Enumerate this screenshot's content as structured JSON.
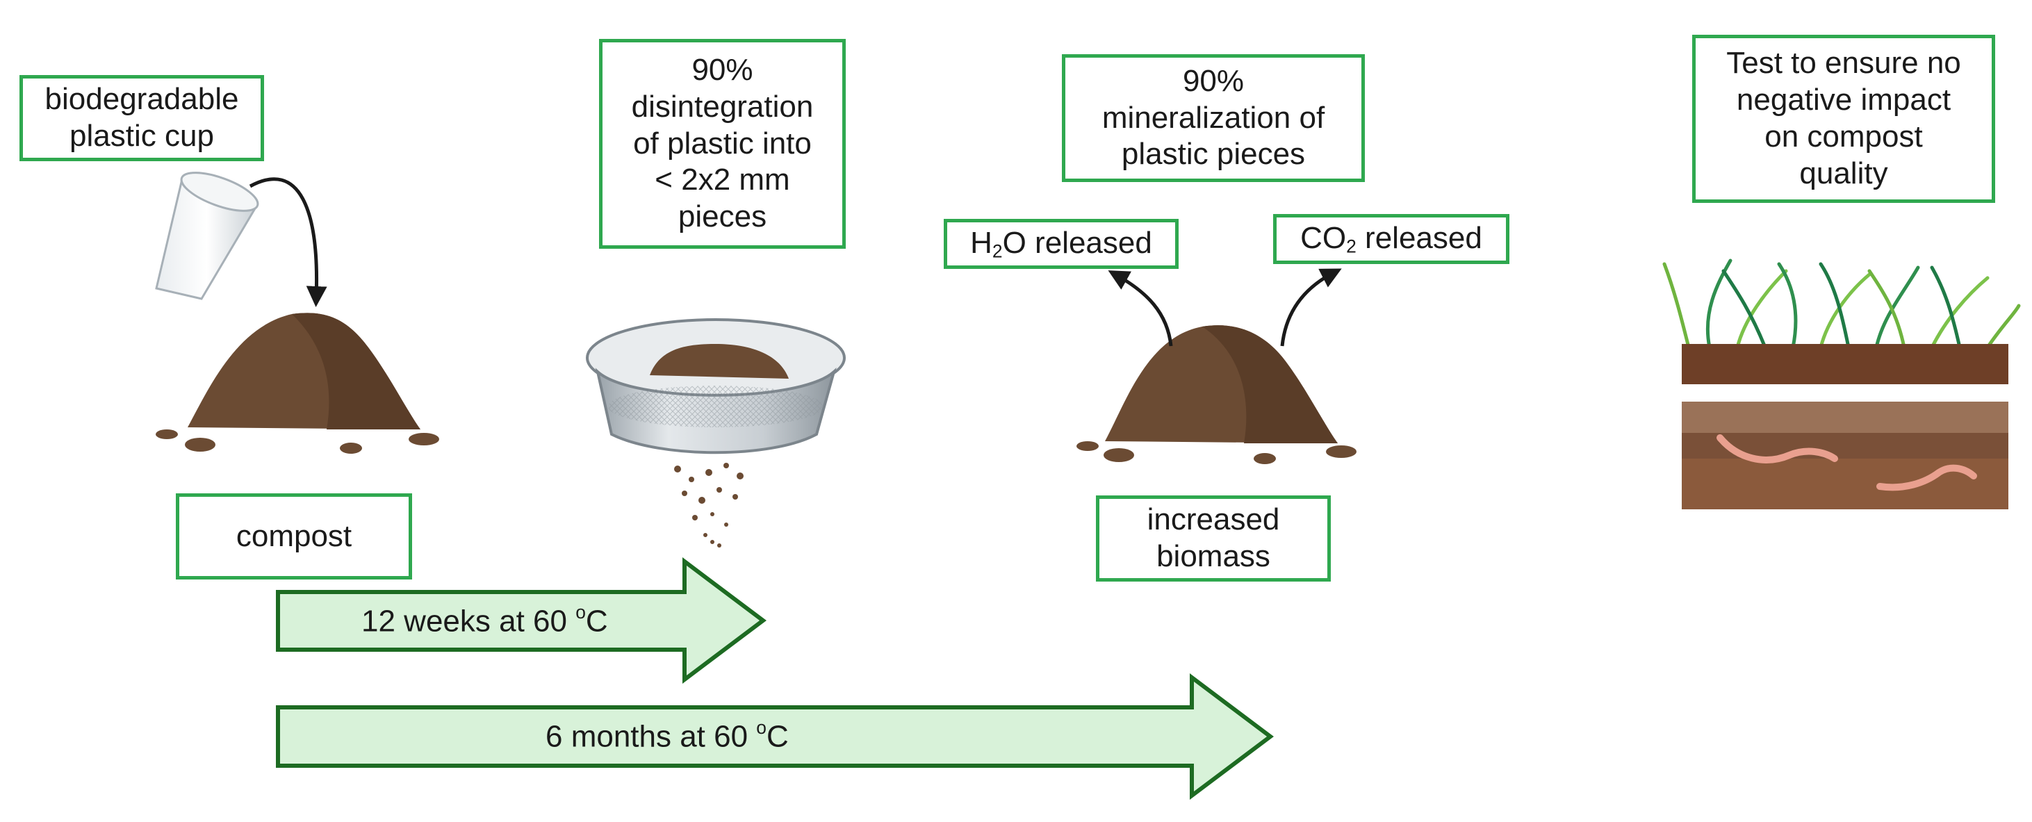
{
  "boxes": {
    "cup": "biodegradable\nplastic cup",
    "disintegration": "90%\ndisintegration\nof plastic into\n< 2x2 mm\npieces",
    "mineralization": "90%\nmineralization of\nplastic pieces",
    "test": "Test to ensure no\nnegative impact\non compost\nquality",
    "compost": "compost",
    "biomass": "increased\nbiomass"
  },
  "released": {
    "h2o": {
      "prefix": "H",
      "sub": "2",
      "suffix": "O released"
    },
    "co2": {
      "prefix": "CO",
      "sub": "2",
      "suffix": " released"
    }
  },
  "timeline": {
    "short": {
      "prefix": "12 weeks at 60 ",
      "sup": "o",
      "suffix": "C"
    },
    "long": {
      "prefix": "6 months at 60 ",
      "sup": "o",
      "suffix": "C"
    }
  },
  "colors": {
    "box_border": "#2fa84f",
    "arrow_fill": "#d8f2d9",
    "arrow_stroke": "#1d6b22",
    "soil": "#6b4b33"
  }
}
